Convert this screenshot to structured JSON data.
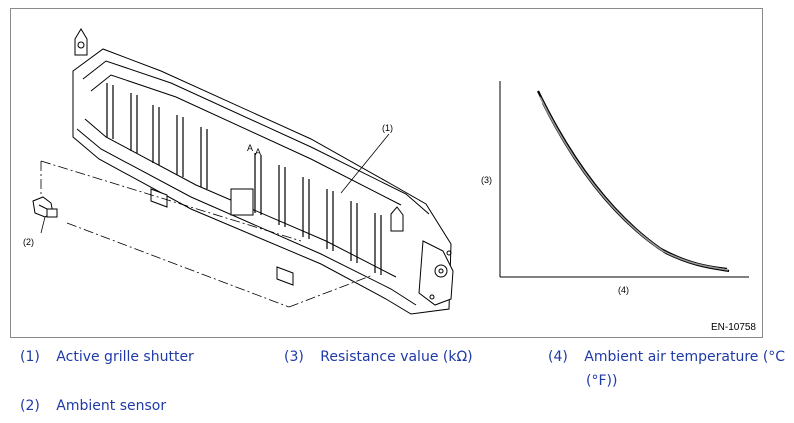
{
  "figure": {
    "id": "EN-10758",
    "callouts": {
      "c1": "(1)",
      "c2": "(2)",
      "c3": "(3)",
      "c4": "(4)"
    }
  },
  "legend": [
    {
      "num": "(1)",
      "text": "Active grille shutter"
    },
    {
      "num": "(2)",
      "text": "Ambient sensor"
    },
    {
      "num": "(3)",
      "text": "Resistance value (kΩ)"
    },
    {
      "num": "(4)",
      "text": "Ambient air temperature (°C",
      "text_cont": "(°F))"
    }
  ],
  "colors": {
    "legend_text": "#1f3aa8",
    "frame": "#8a8a8a"
  }
}
